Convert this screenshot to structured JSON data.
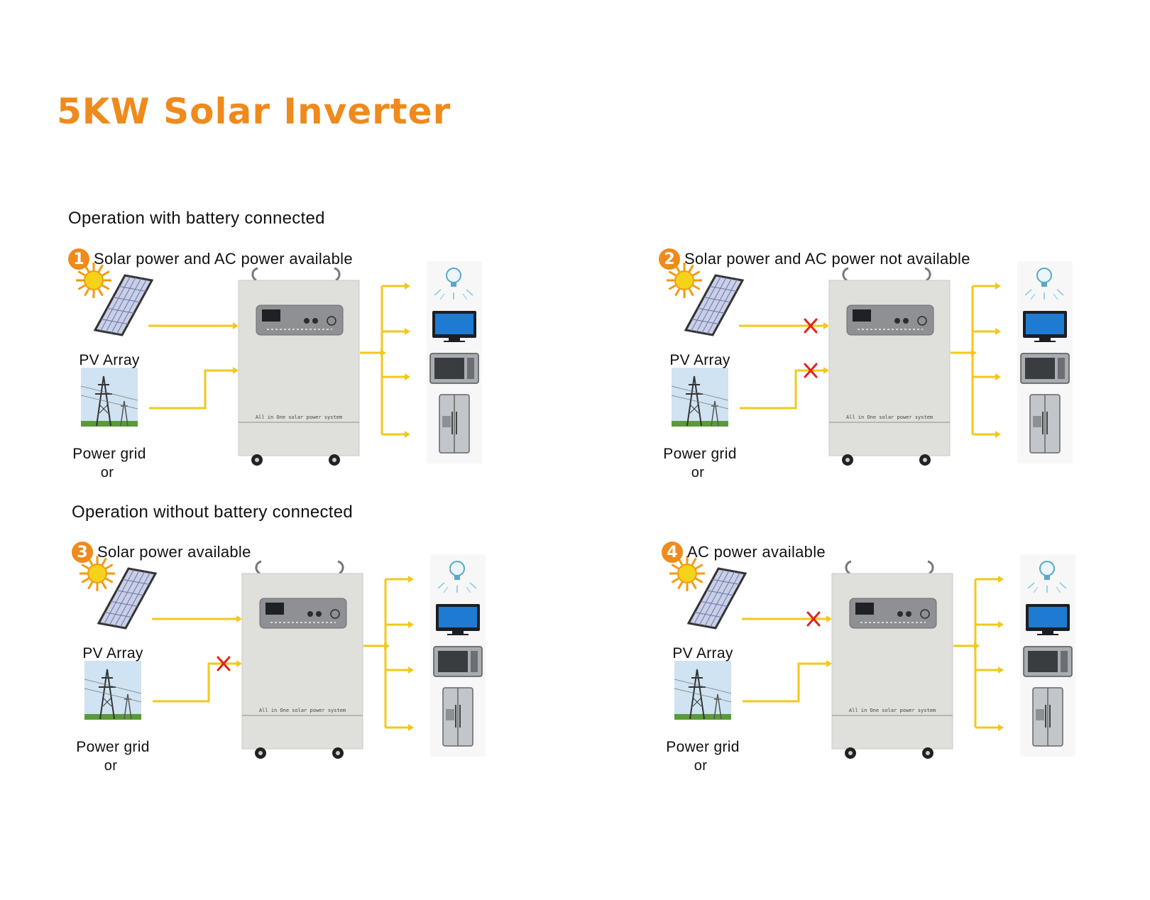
{
  "page": {
    "title": "5KW Solar Inverter",
    "title_color": "#ef8a1c"
  },
  "sections": {
    "with_battery": "Operation with battery connected",
    "without_battery": "Operation without battery connected"
  },
  "labels": {
    "pv_array": "PV Array",
    "power_grid": "Power grid",
    "or": "or"
  },
  "panels": [
    {
      "number": "1",
      "label": "Solar power and AC power available",
      "pv_blocked": false,
      "grid_blocked": false
    },
    {
      "number": "2",
      "label": "Solar power and AC power not available",
      "pv_blocked": true,
      "grid_blocked": true
    },
    {
      "number": "3",
      "label": "Solar power available",
      "pv_blocked": false,
      "grid_blocked": true
    },
    {
      "number": "4",
      "label": "AC power available",
      "pv_blocked": true,
      "grid_blocked": false
    }
  ],
  "inverter": {
    "front_text": "All in One solar power system"
  },
  "loads": [
    "light-bulb-icon",
    "tv-icon",
    "microwave-icon",
    "refrigerator-icon"
  ],
  "colors": {
    "accent_orange": "#ef8a1c",
    "flow_yellow": "#f2c81d",
    "block_red": "#e2231a",
    "cabinet": "#dfdfdb"
  }
}
